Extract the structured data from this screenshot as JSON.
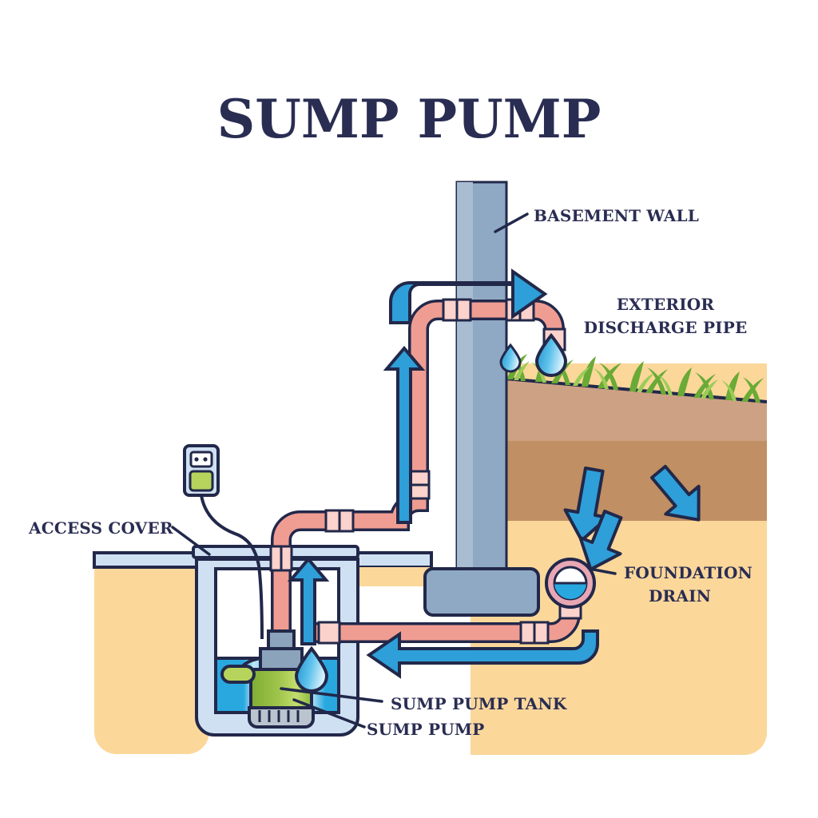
{
  "title": "SUMP PUMP",
  "labels": {
    "basement_wall": "BASEMENT WALL",
    "exterior_discharge_line1": "EXTERIOR",
    "exterior_discharge_line2": "DISCHARGE PIPE",
    "foundation_drain_line1": "FOUNDATION",
    "foundation_drain_line2": "DRAIN",
    "access_cover": "ACCESS COVER",
    "sump_pump_tank": "SUMP PUMP TANK",
    "sump_pump": "SUMP PUMP"
  },
  "colors": {
    "title_text": "#2a2d52",
    "label_text": "#2a2d52",
    "outline": "#22284a",
    "sand": "#fbd79a",
    "soil_top": "#cda183",
    "soil_mid": "#c08f63",
    "soil_bottom": "#fbd79a",
    "grass": "#6aaa36",
    "grass_light": "#9ccc58",
    "wall": "#8fa9c4",
    "wall_light": "#a8bdd2",
    "slab": "#cfe0f2",
    "tank": "#cfe0f2",
    "water": "#29a8e0",
    "water_light": "#9fd9f2",
    "pipe": "#ef9d92",
    "pipe_joint": "#fbd2cc",
    "arrow_blue": "#2e9fd8",
    "pump_body": "#8cb93f",
    "pump_body_light": "#b6d45c",
    "pump_top": "#8ba3bb",
    "pump_base": "#b9c4cf",
    "outlet_body": "#cfe0f2",
    "outlet_plug": "#b6d45c",
    "droplet": "#3fa9e0"
  },
  "icon_names": {
    "droplet": "water-droplet-icon",
    "flow_arrow": "flow-arrow-icon",
    "seepage_arrow": "seepage-arrow-icon",
    "outlet": "electrical-outlet-icon",
    "grass": "grass-icon"
  }
}
